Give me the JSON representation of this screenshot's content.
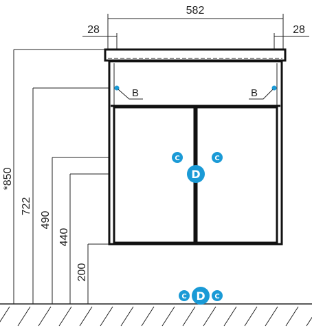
{
  "dimensions": {
    "overall_width": "582",
    "left_offset": "28",
    "right_offset": "28",
    "total_height": "*850",
    "height_b": "722",
    "height_c": "490",
    "height_d": "440",
    "height_base": "200"
  },
  "labels": {
    "b_left": "B",
    "b_right": "B",
    "c_left": "C",
    "c_right": "C",
    "d_main": "D",
    "floor_c_left": "C",
    "floor_d": "D",
    "floor_c_right": "C"
  },
  "colors": {
    "marker": "#1a9ad6",
    "line": "#222222"
  }
}
